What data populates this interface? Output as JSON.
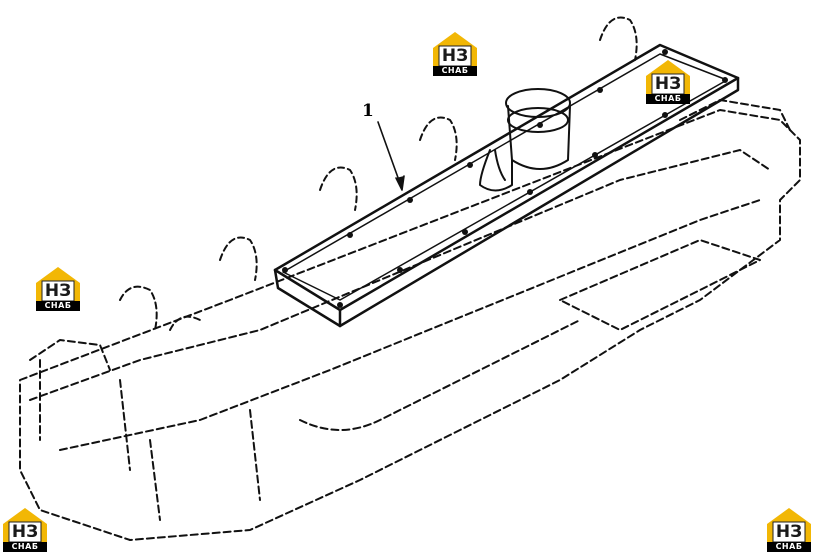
{
  "diagram": {
    "callout_number": "1"
  },
  "watermark": {
    "mark": "НЗ",
    "word": "СНАБ",
    "colors": {
      "roof": "#f2b705",
      "house": "#ffffff",
      "outline": "#222222",
      "band": "#000000"
    }
  },
  "colors": {
    "line": "#111111",
    "background": "#ffffff"
  }
}
